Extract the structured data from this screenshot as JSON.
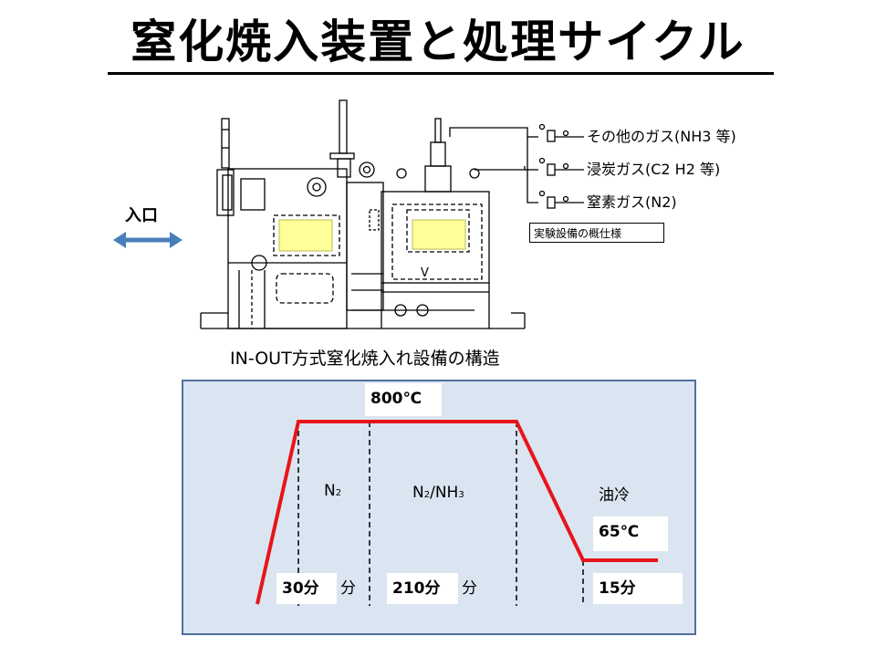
{
  "title": "窒化焼入装置と処理サイクル",
  "apparatus": {
    "entrance_label": "入口",
    "gas_lines": [
      {
        "label": "その他のガス(NH3  等)"
      },
      {
        "label": "浸炭ガス(C2  H2  等)"
      },
      {
        "label": "窒素ガス(N2)"
      }
    ],
    "spec_box_label": "実験設備の概仕様",
    "marker_v": "V",
    "caption": "IN-OUT方式窒化焼入れ設備の構造"
  },
  "chart_data": {
    "type": "line",
    "series": [
      {
        "values": [
          {
            "t": 0,
            "temp": 100
          },
          {
            "t": 30,
            "temp": 800
          },
          {
            "t": 240,
            "temp": 800
          },
          {
            "t": 255,
            "temp": 65
          },
          {
            "t": 270,
            "temp": 65
          }
        ]
      }
    ],
    "peak_label": "800℃",
    "quench_temp_label": "65℃",
    "phases": [
      {
        "label": "N",
        "sub": "2",
        "duration_label": "30分",
        "tail": "分"
      },
      {
        "label": "N",
        "sub": "2",
        "label2": "/NH",
        "sub2": "3",
        "duration_label": "210分",
        "tail": "分"
      },
      {
        "label": "油冷",
        "duration_label": "15分"
      }
    ],
    "colors": {
      "line": "#e8141b",
      "panel": "#dbe5f1",
      "border": "#4f6f9f",
      "arrow": "#4a7ebb"
    }
  }
}
